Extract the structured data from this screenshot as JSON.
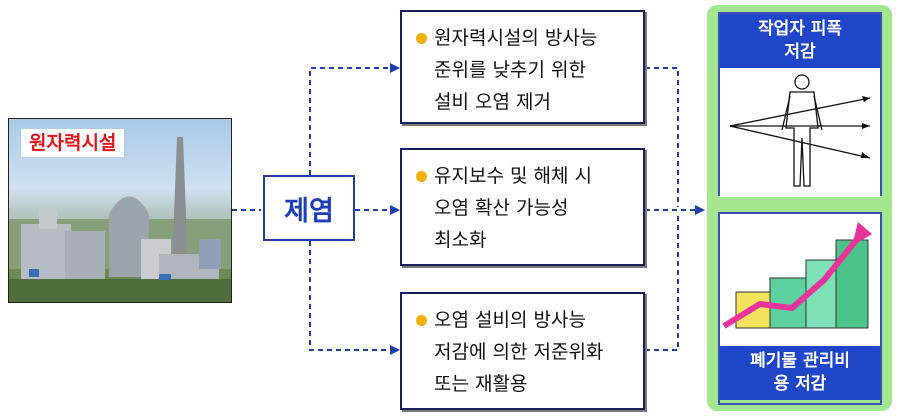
{
  "left": {
    "label": "원자력시설"
  },
  "center": {
    "label": "제염"
  },
  "boxes": [
    {
      "lines": [
        "원자력시설의 방사능",
        "준위를 낮추기 위한",
        "설비 오염 제거"
      ]
    },
    {
      "lines": [
        "유지보수 및 해체 시",
        "오염 확산 가능성",
        "최소화"
      ]
    },
    {
      "lines": [
        "오염 설비의 방사능",
        "저감에 의한 저준위화",
        "또는 재활용"
      ]
    }
  ],
  "right": {
    "top_title": [
      "작업자 피폭",
      "저감"
    ],
    "bottom_title": [
      "폐기물 관리비",
      "용 저감"
    ]
  },
  "colors": {
    "arrow": "#1f3ea8",
    "photo_label": "#e0161b",
    "panel_bg": "#a4e68f",
    "card_title_bg": "#1f46c9",
    "bullet": "#f2b100"
  }
}
